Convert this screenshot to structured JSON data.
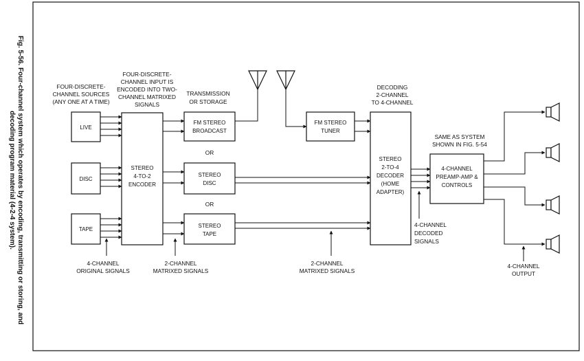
{
  "caption": {
    "lines": [
      "Fig. 5-56. Four-channel system which operates by encoding, transmitting or storing, and",
      "decoding program material (4-2-4 system)."
    ]
  },
  "labels": {
    "sources_header": [
      "FOUR-DISCRETE-",
      "CHANNEL SOURCES",
      "(ANY ONE AT A TIME)"
    ],
    "encoder_header": [
      "FOUR-DISCRETE-",
      "CHANNEL INPUT IS",
      "ENCODED INTO TWO-",
      "CHANNEL MATRIXED",
      "SIGNALS"
    ],
    "transmission_header": [
      "TRANSMISSION",
      "OR STORAGE"
    ],
    "decoding_header": [
      "DECODING",
      "2-CHANNEL",
      "TO 4-CHANNEL"
    ],
    "same_as_system": [
      "SAME AS SYSTEM",
      "SHOWN IN FIG. 5-54"
    ],
    "or_1": "OR",
    "or_2": "OR",
    "original_signals": [
      "4-CHANNEL",
      "ORIGINAL SIGNALS"
    ],
    "matrixed_1": [
      "2-CHANNEL",
      "MATRIXED SIGNALS"
    ],
    "matrixed_2": [
      "2-CHANNEL",
      "MATRIXED SIGNALS"
    ],
    "decoded_signals": [
      "4-CHANNEL",
      "DECODED",
      "SIGNALS"
    ],
    "output": [
      "4-CHANNEL",
      "OUTPUT"
    ]
  },
  "blocks": {
    "live": [
      "LIVE"
    ],
    "disc": [
      "DISC"
    ],
    "tape": [
      "TAPE"
    ],
    "encoder": [
      "STEREO",
      "4-TO-2",
      "ENCODER"
    ],
    "fm_broadcast": [
      "FM STEREO",
      "BROADCAST"
    ],
    "stereo_disc": [
      "STEREO",
      "DISC"
    ],
    "stereo_tape": [
      "STEREO",
      "TAPE"
    ],
    "fm_tuner": [
      "FM STEREO",
      "TUNER"
    ],
    "decoder": [
      "STEREO",
      "2-TO-4",
      "DECODER",
      "(HOME",
      "ADAPTER)"
    ],
    "preamp": [
      "4-CHANNEL",
      "PREAMP-AMP &",
      "CONTROLS"
    ]
  },
  "icons": {
    "antenna": "antenna-icon",
    "speaker": "speaker-icon"
  }
}
